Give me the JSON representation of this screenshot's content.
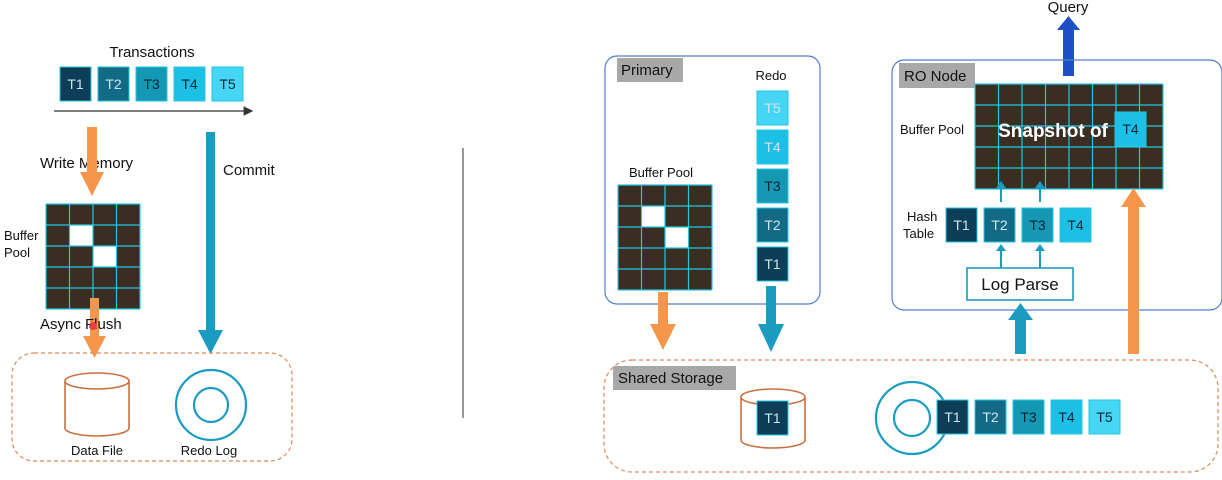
{
  "left": {
    "transactions_label": "Transactions",
    "txn_blocks": [
      {
        "label": "T1",
        "color": "#0e3e57"
      },
      {
        "label": "T2",
        "color": "#126a86"
      },
      {
        "label": "T3",
        "color": "#1498b4"
      },
      {
        "label": "T4",
        "color": "#1cc0e4"
      },
      {
        "label": "T5",
        "color": "#46d6f5"
      }
    ],
    "write_memory": "Write Memory",
    "commit": "Commit",
    "buffer_pool_line1": "Buffer",
    "buffer_pool_line2": "Pool",
    "async_flush": "Async Flush",
    "data_file": "Data File",
    "redo_log": "Redo Log"
  },
  "primary": {
    "tag": "Primary",
    "redo": "Redo",
    "buffer_pool": "Buffer Pool",
    "redo_stack": [
      {
        "label": "T5",
        "color": "#46d6f5"
      },
      {
        "label": "T4",
        "color": "#1cc0e4"
      },
      {
        "label": "T3",
        "color": "#1498b4"
      },
      {
        "label": "T2",
        "color": "#126a86"
      },
      {
        "label": "T1",
        "color": "#0e3e57"
      }
    ]
  },
  "ro_node": {
    "tag": "RO Node",
    "query": "Query",
    "buffer_pool": "Buffer Pool",
    "snapshot_text": "Snapshot of",
    "snapshot_badge": "T4",
    "hash_line1": "Hash",
    "hash_line2": "Table",
    "hash_blocks": [
      {
        "label": "T1",
        "color": "#0e3e57"
      },
      {
        "label": "T2",
        "color": "#126a86"
      },
      {
        "label": "T3",
        "color": "#1498b4"
      },
      {
        "label": "T4",
        "color": "#1cc0e4"
      }
    ],
    "log_parse": "Log Parse"
  },
  "shared_storage": {
    "tag": "Shared Storage",
    "cylinder_label": "T1",
    "log_blocks": [
      {
        "label": "T1",
        "color": "#0e3e57"
      },
      {
        "label": "T2",
        "color": "#126a86"
      },
      {
        "label": "T3",
        "color": "#1498b4"
      },
      {
        "label": "T4",
        "color": "#1cc0e4"
      },
      {
        "label": "T5",
        "color": "#46d6f5"
      }
    ]
  },
  "colors": {
    "orange": "#f5964a",
    "teal": "#1a9cc0",
    "grid_dark": "#3a2e22",
    "grid_line": "#22c6e2",
    "box_border": "#4f7fd0",
    "dashed": "#d9895a",
    "tag_bg": "#a8a8a8"
  }
}
